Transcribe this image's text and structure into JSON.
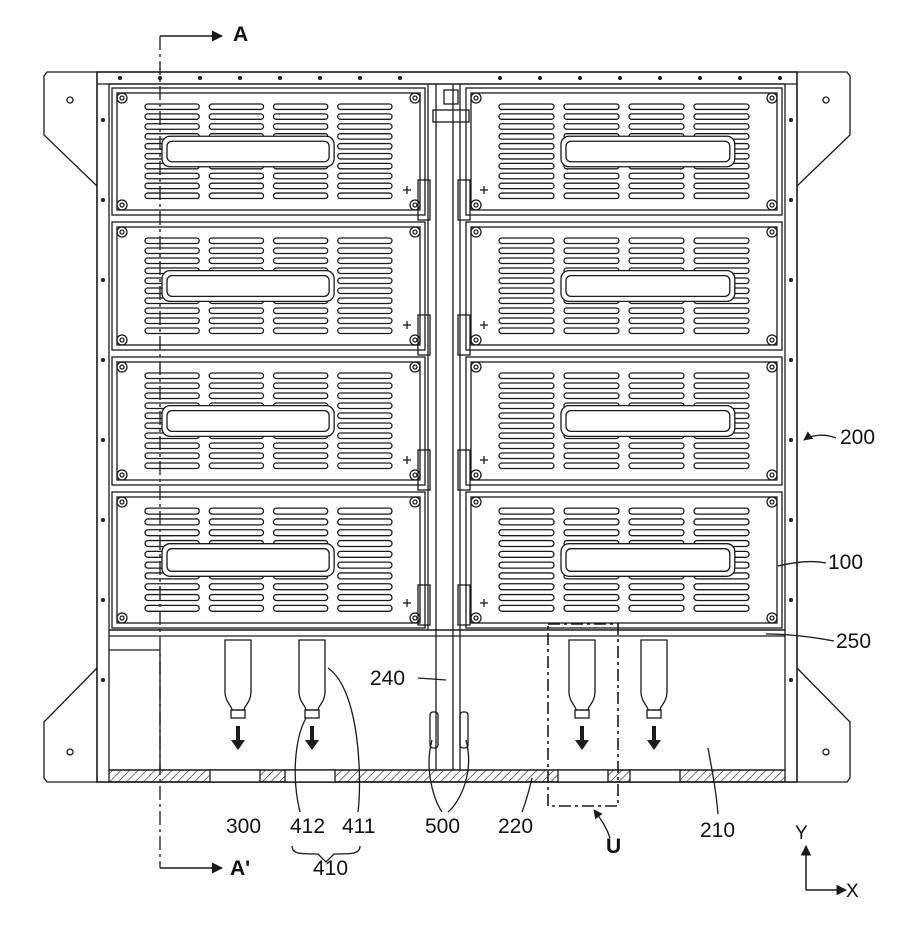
{
  "section_labels": {
    "top": "A",
    "bottom": "A'"
  },
  "refs": {
    "r200": "200",
    "r100": "100",
    "r250": "250",
    "r240": "240",
    "r300": "300",
    "r412": "412",
    "r411": "411",
    "r410": "410",
    "r500": "500",
    "r220": "220",
    "r210": "210",
    "rU": "U"
  },
  "axes": {
    "y": "Y",
    "x": "X"
  },
  "colors": {
    "line": "#1a1a1a",
    "fill": "#ffffff"
  }
}
